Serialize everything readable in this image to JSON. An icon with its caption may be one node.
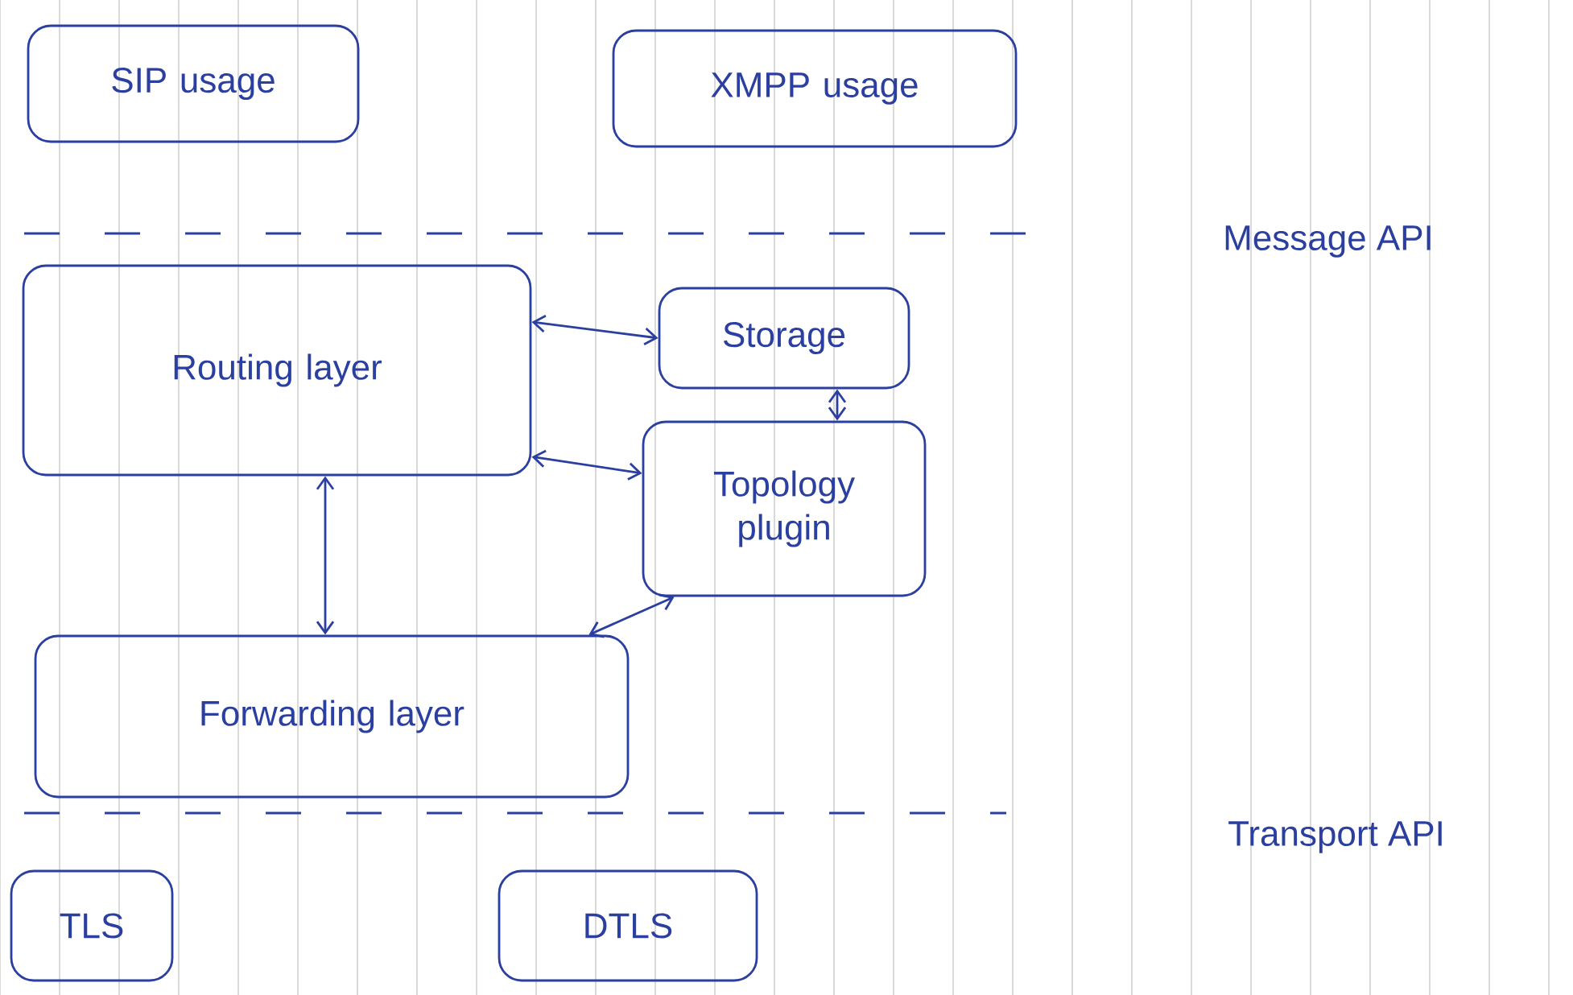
{
  "diagram": {
    "nodes": [
      {
        "text": [
          "SIP usage"
        ]
      },
      {
        "text": [
          "XMPP usage"
        ]
      },
      {
        "text": [
          "Routing layer"
        ]
      },
      {
        "text": [
          "Storage"
        ]
      },
      {
        "text": [
          "Topology plugin"
        ]
      },
      {
        "text": [
          "Forwarding layer"
        ]
      },
      {
        "text": [
          "TLS"
        ]
      },
      {
        "text": [
          "DTLS"
        ]
      }
    ],
    "edges": [
      {
        "from": 2,
        "to": 3,
        "arrow": "both"
      },
      {
        "from": 3,
        "to": 4,
        "arrow": "both"
      },
      {
        "from": 2,
        "to": 4,
        "arrow": "both"
      },
      {
        "from": 2,
        "to": 5,
        "arrow": "both"
      },
      {
        "from": 5,
        "to": 4,
        "arrow": "both"
      }
    ],
    "labels": [
      "Message API",
      "Transport API"
    ]
  }
}
